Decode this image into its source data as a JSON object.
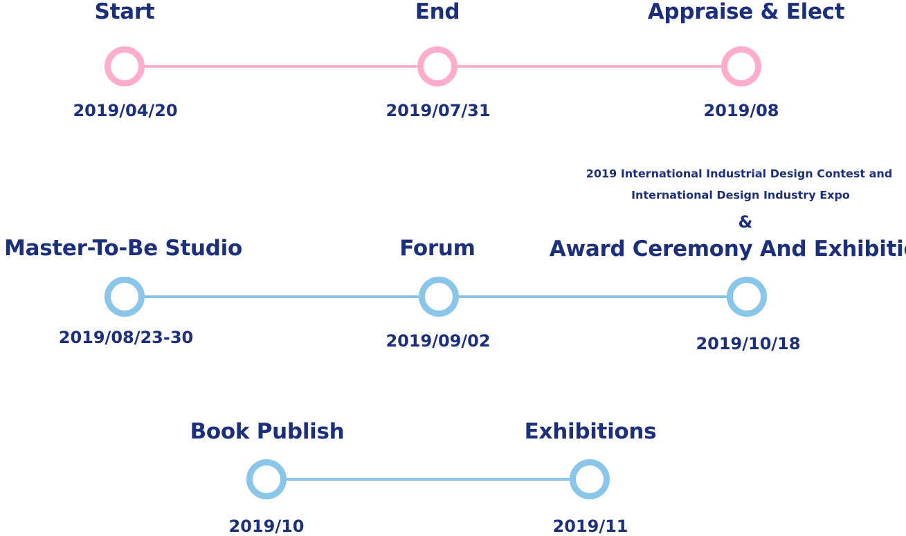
{
  "colors": {
    "pink": "#ffadcc",
    "blue": "#89c6e9",
    "text": "#1b2f7c"
  },
  "rows": [
    {
      "items": [
        {
          "title": "Start",
          "date": "2019/04/20"
        },
        {
          "title": "End",
          "date": "2019/07/31"
        },
        {
          "title": "Appraise & Elect",
          "date": "2019/08"
        }
      ]
    },
    {
      "items": [
        {
          "title": "Master-To-Be Studio",
          "date": "2019/08/23-30"
        },
        {
          "title": "Forum",
          "date": "2019/09/02"
        },
        {
          "subtitle_line1": "2019 International Industrial Design Contest and",
          "subtitle_line2": "International Design Industry Expo",
          "amp": "&",
          "title": "Award Ceremony And Exhibition",
          "date": "2019/10/18"
        }
      ]
    },
    {
      "items": [
        {
          "title": "Book Publish",
          "date": "2019/10"
        },
        {
          "title": "Exhibitions",
          "date": "2019/11"
        }
      ]
    }
  ]
}
